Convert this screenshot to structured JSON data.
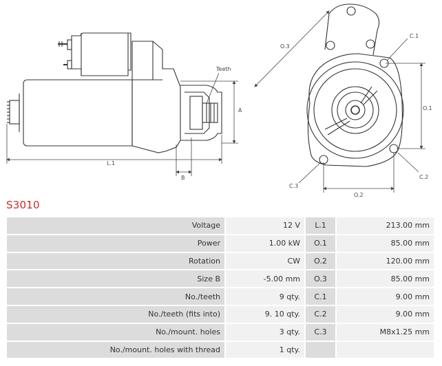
{
  "title": "S3010",
  "drawing": {
    "labels": {
      "teeth": "Teeth",
      "A": "A",
      "B": "B",
      "L1": "L.1",
      "O3": "O.3",
      "O1": "O.1",
      "O2": "O.2",
      "C1": "C.1",
      "C2": "C.2",
      "C3": "C.3"
    }
  },
  "specs": [
    {
      "label": "Voltage",
      "value": "12 V",
      "code": "L.1",
      "code_value": "213.00 mm"
    },
    {
      "label": "Power",
      "value": "1.00 kW",
      "code": "O.1",
      "code_value": "85.00 mm"
    },
    {
      "label": "Rotation",
      "value": "CW",
      "code": "O.2",
      "code_value": "120.00 mm"
    },
    {
      "label": "Size B",
      "value": "-5.00 mm",
      "code": "O.3",
      "code_value": "85.00 mm"
    },
    {
      "label": "No./teeth",
      "value": "9 qty.",
      "code": "C.1",
      "code_value": "9.00 mm"
    },
    {
      "label": "No./teeth (fits into)",
      "value": "9. 10 qty.",
      "code": "C.2",
      "code_value": "9.00 mm"
    },
    {
      "label": "No./mount. holes",
      "value": "3 qty.",
      "code": "C.3",
      "code_value": "M8x1.25 mm"
    },
    {
      "label": "No./mount. holes with thread",
      "value": "1 qty.",
      "code": "",
      "code_value": ""
    }
  ]
}
